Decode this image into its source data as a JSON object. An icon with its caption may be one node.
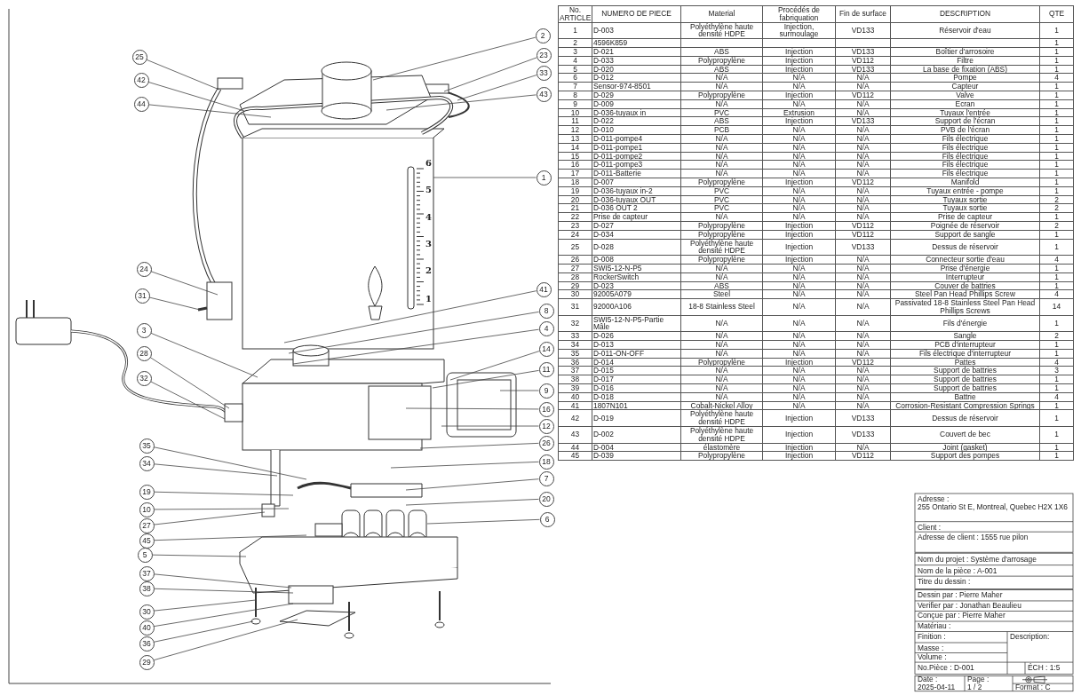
{
  "diagram": {
    "nodes": [
      {
        "text": [
          "25"
        ]
      },
      {
        "text": [
          "42"
        ]
      },
      {
        "text": [
          "44"
        ]
      },
      {
        "text": [
          "24"
        ]
      },
      {
        "text": [
          "31"
        ]
      },
      {
        "text": [
          "3"
        ]
      },
      {
        "text": [
          "28"
        ]
      },
      {
        "text": [
          "32"
        ]
      },
      {
        "text": [
          "35"
        ]
      },
      {
        "text": [
          "34"
        ]
      },
      {
        "text": [
          "19"
        ]
      },
      {
        "text": [
          "10"
        ]
      },
      {
        "text": [
          "27"
        ]
      },
      {
        "text": [
          "45"
        ]
      },
      {
        "text": [
          "5"
        ]
      },
      {
        "text": [
          "37"
        ]
      },
      {
        "text": [
          "38"
        ]
      },
      {
        "text": [
          "30"
        ]
      },
      {
        "text": [
          "40"
        ]
      },
      {
        "text": [
          "36"
        ]
      },
      {
        "text": [
          "29"
        ]
      },
      {
        "text": [
          "2"
        ]
      },
      {
        "text": [
          "23"
        ]
      },
      {
        "text": [
          "33"
        ]
      },
      {
        "text": [
          "43"
        ]
      },
      {
        "text": [
          "1"
        ]
      },
      {
        "text": [
          "41"
        ]
      },
      {
        "text": [
          "8"
        ]
      },
      {
        "text": [
          "4"
        ]
      },
      {
        "text": [
          "14"
        ]
      },
      {
        "text": [
          "11"
        ]
      },
      {
        "text": [
          "9"
        ]
      },
      {
        "text": [
          "16"
        ]
      },
      {
        "text": [
          "12"
        ]
      },
      {
        "text": [
          "26"
        ]
      },
      {
        "text": [
          "18"
        ]
      },
      {
        "text": [
          "7"
        ]
      },
      {
        "text": [
          "20"
        ]
      },
      {
        "text": [
          "6"
        ]
      }
    ],
    "edges": [
      {
        "from": 0,
        "to": null,
        "arrow": "none"
      },
      {
        "from": 1,
        "to": null,
        "arrow": "none"
      },
      {
        "from": 2,
        "to": null,
        "arrow": "none"
      },
      {
        "from": 3,
        "to": null,
        "arrow": "none"
      },
      {
        "from": 4,
        "to": null,
        "arrow": "none"
      },
      {
        "from": 5,
        "to": null,
        "arrow": "none"
      },
      {
        "from": 6,
        "to": null,
        "arrow": "none"
      },
      {
        "from": 7,
        "to": null,
        "arrow": "none"
      },
      {
        "from": 8,
        "to": null,
        "arrow": "none"
      },
      {
        "from": 9,
        "to": null,
        "arrow": "none"
      },
      {
        "from": 10,
        "to": null,
        "arrow": "none"
      },
      {
        "from": 11,
        "to": null,
        "arrow": "none"
      },
      {
        "from": 12,
        "to": null,
        "arrow": "none"
      },
      {
        "from": 13,
        "to": null,
        "arrow": "none"
      },
      {
        "from": 14,
        "to": null,
        "arrow": "none"
      },
      {
        "from": 15,
        "to": null,
        "arrow": "none"
      },
      {
        "from": 16,
        "to": null,
        "arrow": "none"
      },
      {
        "from": 17,
        "to": null,
        "arrow": "none"
      },
      {
        "from": 18,
        "to": null,
        "arrow": "none"
      },
      {
        "from": 19,
        "to": null,
        "arrow": "none"
      },
      {
        "from": 20,
        "to": null,
        "arrow": "none"
      },
      {
        "from": 21,
        "to": null,
        "arrow": "none"
      },
      {
        "from": 22,
        "to": null,
        "arrow": "none"
      },
      {
        "from": 23,
        "to": null,
        "arrow": "none"
      },
      {
        "from": 24,
        "to": null,
        "arrow": "none"
      },
      {
        "from": 25,
        "to": null,
        "arrow": "none"
      },
      {
        "from": 26,
        "to": null,
        "arrow": "none"
      },
      {
        "from": 27,
        "to": null,
        "arrow": "none"
      },
      {
        "from": 28,
        "to": null,
        "arrow": "none"
      },
      {
        "from": 29,
        "to": null,
        "arrow": "none"
      },
      {
        "from": 30,
        "to": null,
        "arrow": "none"
      },
      {
        "from": 31,
        "to": null,
        "arrow": "none"
      },
      {
        "from": 32,
        "to": null,
        "arrow": "none"
      },
      {
        "from": 33,
        "to": null,
        "arrow": "none"
      },
      {
        "from": 34,
        "to": null,
        "arrow": "none"
      },
      {
        "from": 35,
        "to": null,
        "arrow": "none"
      },
      {
        "from": 36,
        "to": null,
        "arrow": "none"
      },
      {
        "from": 37,
        "to": null,
        "arrow": "none"
      },
      {
        "from": 38,
        "to": null,
        "arrow": "none"
      }
    ],
    "labels": [
      "No. ARTICLE",
      "NUMERO DE PIECE",
      "Material",
      "Procédés de fabriquation",
      "Fin de surface",
      "DESCRIPTION",
      "QTE",
      "1",
      "D-003",
      "Polyéthylène haute densité HDPE",
      "Injection, surmoulage",
      "VD133",
      "Réservoir d'eau",
      "1",
      "2",
      "4596K859",
      "1",
      "3",
      "D-021",
      "ABS",
      "Injection",
      "VD133",
      "Boîtier d'arrosoire",
      "1",
      "4",
      "D-033",
      "Polypropylène",
      "Injection",
      "VD112",
      "Filtre",
      "1",
      "5",
      "D-020",
      "ABS",
      "Injection",
      "VD133",
      "La base de fixation (ABS)",
      "1",
      "6",
      "D-012",
      "N/A",
      "N/A",
      "N/A",
      "Pompe",
      "4",
      "7",
      "Sensor-974-8501",
      "N/A",
      "N/A",
      "N/A",
      "Capteur",
      "1",
      "8",
      "D-029",
      "Polypropylène",
      "Injection",
      "VD112",
      "Valve",
      "1",
      "9",
      "D-009",
      "N/A",
      "N/A",
      "N/A",
      "Écran",
      "1",
      "10",
      "D-036-tuyaux in",
      "PVC",
      "Extrusion",
      "N/A",
      "Tuyaux l'entrée",
      "1",
      "11",
      "D-022",
      "ABS",
      "Injection",
      "VD133",
      "Support de l'écran",
      "1",
      "12",
      "D-010",
      "PCB",
      "N/A",
      "N/A",
      "PVB de l'écran",
      "1",
      "13",
      "D-011-pompe4",
      "N/A",
      "N/A",
      "N/A",
      "Fils électrique",
      "1",
      "14",
      "D-011-pompe1",
      "N/A",
      "N/A",
      "N/A",
      "Fils électrique",
      "1",
      "15",
      "D-011-pompe2",
      "N/A",
      "N/A",
      "N/A",
      "Fils électrique",
      "1",
      "16",
      "D-011-pompe3",
      "N/A",
      "N/A",
      "N/A",
      "Fils électrique",
      "1",
      "17",
      "D-011-Batterie",
      "N/A",
      "N/A",
      "N/A",
      "Fils électrique",
      "1",
      "18",
      "D-007",
      "Polypropylène",
      "Injection",
      "VD112",
      "Manifold",
      "1",
      "19",
      "D-036-tuyaux in-2",
      "PVC",
      "N/A",
      "N/A",
      "Tuyaux entrée - pompe",
      "1",
      "20",
      "D-036-tuyaux OUT",
      "PVC",
      "N/A",
      "N/A",
      "Tuyaux sortie",
      "2",
      "21",
      "D-036 OUT 2",
      "PVC",
      "N/A",
      "N/A",
      "Tuyaux sortie",
      "2",
      "22",
      "Prise de capteur",
      "N/A",
      "N/A",
      "N/A",
      "Prise de capteur",
      "1",
      "23",
      "D-027",
      "Polypropylène",
      "Injection",
      "VD112",
      "Poignée de réservoir",
      "2",
      "24",
      "D-034",
      "Polypropylène",
      "Injection",
      "VD112",
      "Support de sangle",
      "1",
      "25",
      "D-028",
      "Polyéthylène haute densité HDPE",
      "Injection",
      "VD133",
      "Dessus de réservoir",
      "1",
      "26",
      "D-008",
      "Polypropylène",
      "Injection",
      "N/A",
      "Connecteur sortie d'eau",
      "4",
      "27",
      "SWI5-12-N-P5",
      "N/A",
      "N/A",
      "N/A",
      "Prise d'énergie",
      "1",
      "28",
      "RockerSwitch",
      "N/A",
      "N/A",
      "N/A",
      "Interrupteur",
      "1",
      "29",
      "D-023",
      "ABS",
      "N/A",
      "N/A",
      "Couver de battries",
      "1",
      "30",
      "92005A079",
      "Steel",
      "N/A",
      "N/A",
      "Steel Pan Head Phillips Screw",
      "4",
      "31",
      "92000A106",
      "18-8 Stainless Steel",
      "N/A",
      "N/A",
      "Passivated 18-8 Stainless Steel Pan Head Phillips Screws",
      "14",
      "32",
      "SWI5-12-N-P5-Partie Mâle",
      "N/A",
      "N/A",
      "N/A",
      "Fils d'énergie",
      "1",
      "33",
      "D-026",
      "N/A",
      "N/A",
      "N/A",
      "Sangle",
      "2",
      "34",
      "D-013",
      "N/A",
      "N/A",
      "N/A",
      "PCB d'interrupteur",
      "1",
      "35",
      "D-011-ON-OFF",
      "N/A",
      "N/A",
      "N/A",
      "Fils électrique d'interrupteur",
      "1",
      "36",
      "D-014",
      "Polypropylène",
      "Injection",
      "VD112",
      "Pattes",
      "4",
      "37",
      "D-015",
      "N/A",
      "N/A",
      "N/A",
      "Support de battries",
      "3",
      "38",
      "D-017",
      "N/A",
      "N/A",
      "N/A",
      "Support de battries",
      "1",
      "39",
      "D-016",
      "N/A",
      "N/A",
      "N/A",
      "Support de battries",
      "1",
      "40",
      "D-018",
      "N/A",
      "N/A",
      "N/A",
      "Battrie",
      "4",
      "41",
      "1807N101",
      "Cobalt-Nickel Alloy",
      "N/A",
      "N/A",
      "Corrosion-Resistant Compression Springs",
      "1",
      "42",
      "D-019",
      "Polyéthylène haute densité HDPE",
      "Injection",
      "VD133",
      "Dessus de réservoir",
      "1",
      "43",
      "D-002",
      "Polyéthylène haute densité HDPE",
      "Injection",
      "VD133",
      "Couvert de bec",
      "1",
      "44",
      "D-004",
      "élastomère",
      "Injection",
      "N/A",
      "Joint (gasket)",
      "1",
      "45",
      "D-039",
      "Polypropylène",
      "Injection",
      "VD112",
      "Support des pompes",
      "1",
      "6",
      "5",
      "4",
      "3",
      "2",
      "1",
      "Adresse :",
      "255 Ontario St E, Montreal, Quebec H2X 1X6",
      "Client :",
      "Adresse de client : 1555 rue pilon",
      "Nom du projet : Système d'arrosage",
      "Nom de la pièce : A-001",
      "Titre du dessin :",
      "Dessin par : Pierre Maher",
      "Verifier par : Jonathan Beaulieu",
      "Conçue par : Pierre Maher",
      "Matériau :",
      "Finition :",
      "Description:",
      "Masse :",
      "Volume :",
      "No.Pièce : D-001",
      "ÉCH : 1:5",
      "Date :",
      "2025-04-11",
      "Page :",
      "1 / 2",
      "Format : C"
    ]
  }
}
